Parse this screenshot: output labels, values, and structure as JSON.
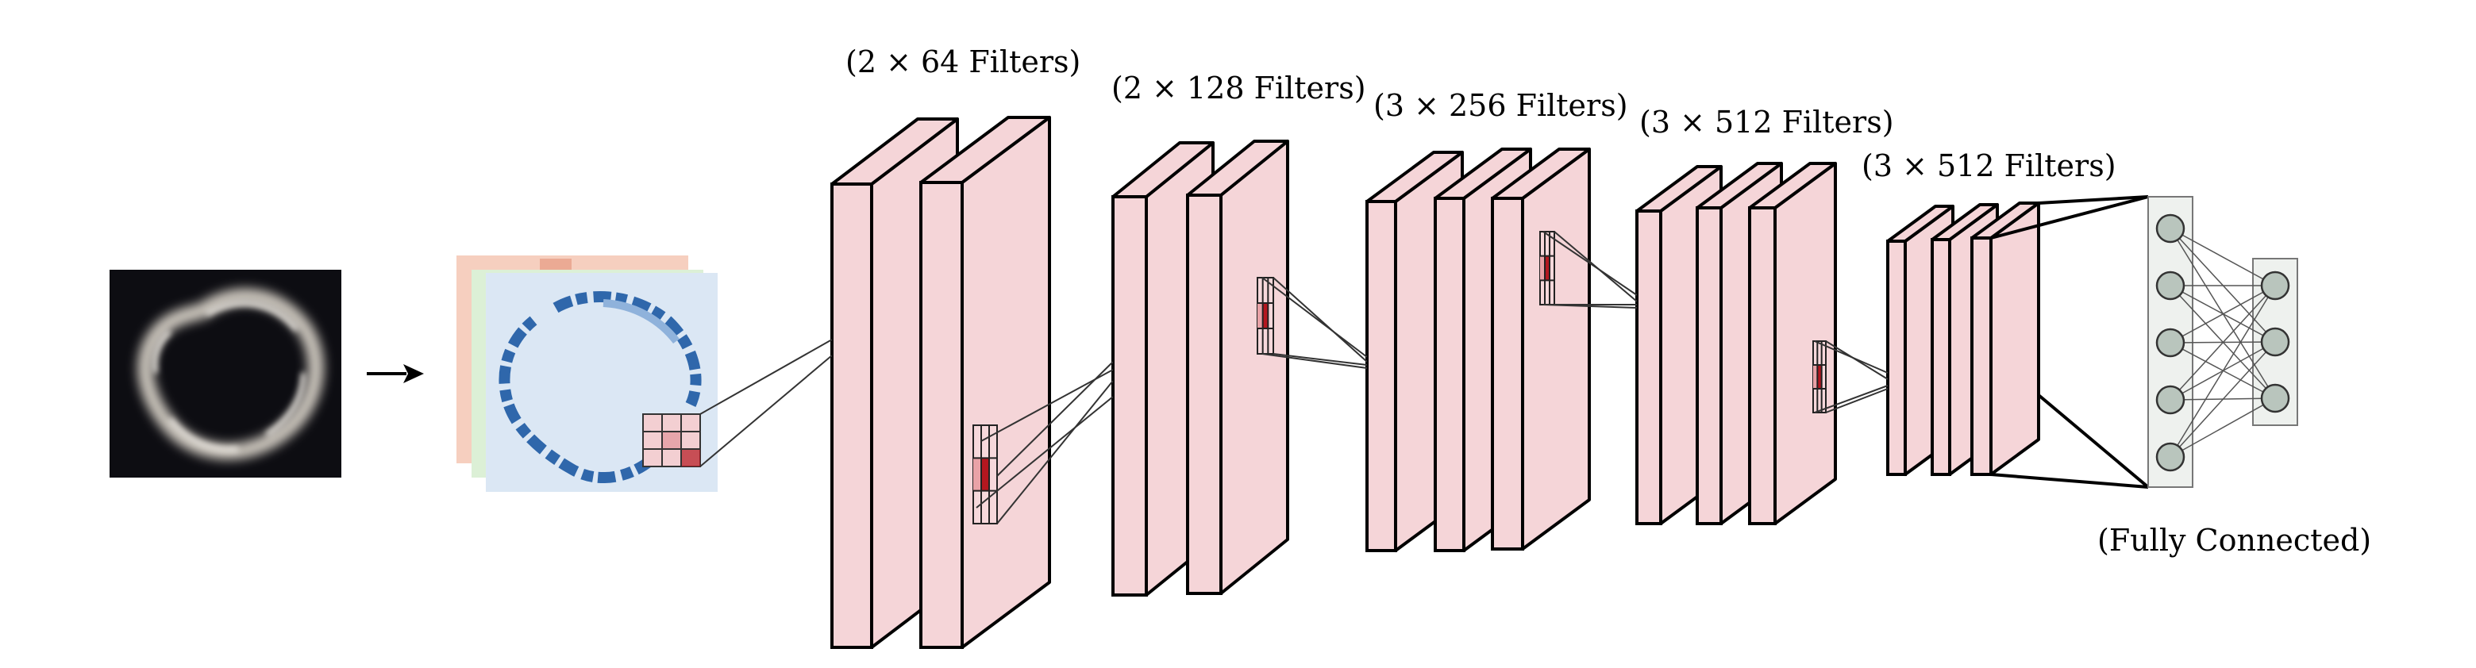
{
  "labels": {
    "block1": "(2 × 64 Filters)",
    "block2": "(2 × 128 Filters)",
    "block3": "(3 × 256 Filters)",
    "block4": "(3 × 512 Filters)",
    "block5": "(3 × 512 Filters)",
    "fc": "(Fully Connected)"
  },
  "colors": {
    "layer_fill": "#f5d5d8",
    "layer_stroke": "#000000",
    "kernel_dark": "#b4171f",
    "node_fill": "#b9c5bd",
    "fc_box_fill": "#eef1ee",
    "input_bg": "#0d0d12",
    "channel_red": "#f6cfbf",
    "channel_green": "#dcf0d6",
    "channel_blue": "#dbe7f4",
    "channel_blue_dark": "#2f67ab"
  },
  "blocks": [
    {
      "name": "block1",
      "layers": 2
    },
    {
      "name": "block2",
      "layers": 2
    },
    {
      "name": "block3",
      "layers": 3
    },
    {
      "name": "block4",
      "layers": 3
    },
    {
      "name": "block5",
      "layers": 3
    }
  ],
  "fully_connected": {
    "layer1_nodes": 5,
    "layer2_nodes": 3
  }
}
